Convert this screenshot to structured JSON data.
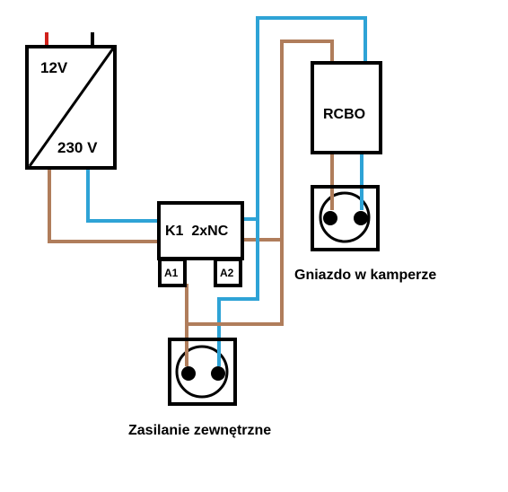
{
  "colors": {
    "blue_wire": "#2EA3D6",
    "brown_wire": "#B07D5B",
    "red_terminal": "#D0201A",
    "outline": "#000000",
    "background": "#FFFFFF"
  },
  "converter": {
    "input_label": "12V",
    "output_label": "230 V"
  },
  "relay": {
    "label": "K1  2xNC",
    "coil_a1": "A1",
    "coil_a2": "A2"
  },
  "rcbo": {
    "label": "RCBO"
  },
  "socket_camper": {
    "caption": "Gniazdo w kamperze"
  },
  "socket_external": {
    "caption": "Zasilanie zewnętrzne"
  }
}
